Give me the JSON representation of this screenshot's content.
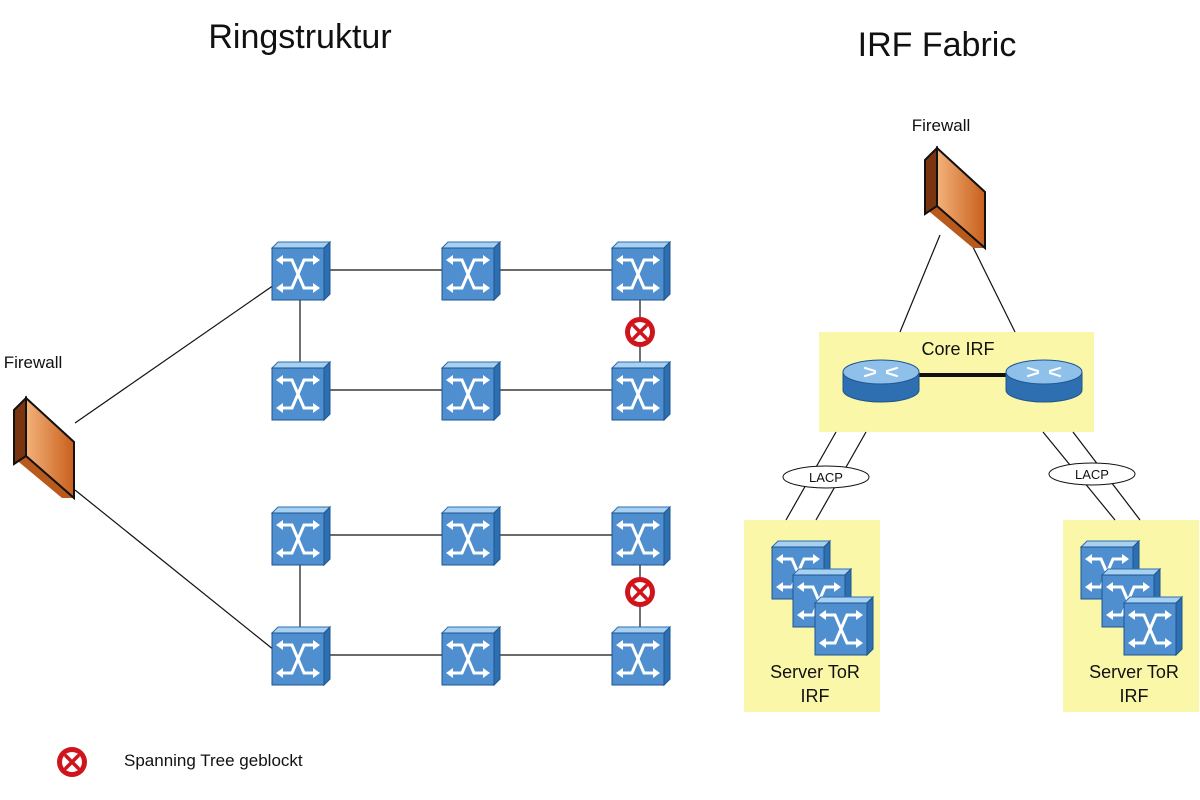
{
  "left": {
    "title": "Ringstruktur",
    "firewall_label": "Firewall"
  },
  "right": {
    "title": "IRF Fabric",
    "firewall_label": "Firewall",
    "core_label": "Core IRF",
    "lacp_left": "LACP",
    "lacp_right": "LACP",
    "tor_left_line1": "Server ToR",
    "tor_left_line2": "IRF",
    "tor_right_line1": "Server ToR",
    "tor_right_line2": "IRF"
  },
  "legend": {
    "blocked_label": "Spanning Tree geblockt"
  },
  "colors": {
    "switch_face": "#4f8fd0",
    "switch_top": "#a8d0f0",
    "switch_side": "#2d6fb0",
    "irf_box": "#fbf7a9",
    "block_red": "#d0141c",
    "firewall": "#e07b33"
  },
  "icons": {
    "switch": "switch-icon",
    "router": "router-icon",
    "firewall": "firewall-icon",
    "blocked": "blocked-x-icon"
  }
}
